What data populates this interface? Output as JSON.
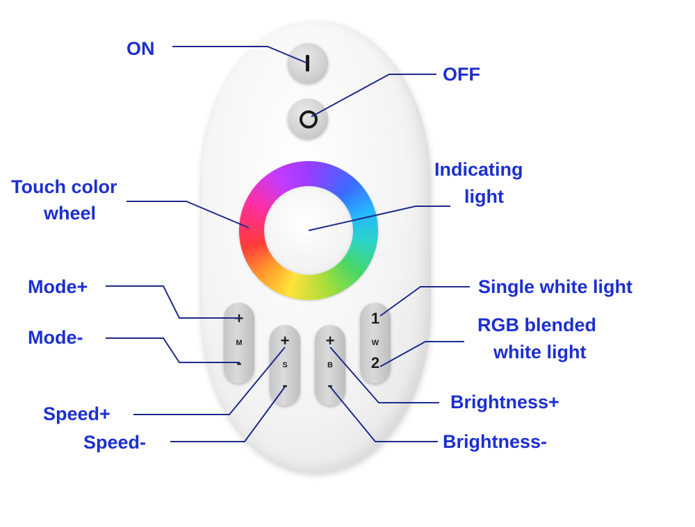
{
  "labels": {
    "on": "ON",
    "off": "OFF",
    "touch_wheel_1": "Touch color",
    "touch_wheel_2": "wheel",
    "indicating_1": "Indicating",
    "indicating_2": "light",
    "mode_plus": "Mode+",
    "mode_minus": "Mode-",
    "single_white": "Single white light",
    "rgb_white_1": "RGB blended",
    "rgb_white_2": "white light",
    "speed_plus": "Speed+",
    "speed_minus": "Speed-",
    "brightness_plus": "Brightness+",
    "brightness_minus": "Brightness-"
  },
  "buttons": {
    "mode": {
      "top": "+",
      "mid": "M",
      "bottom": "-"
    },
    "speed": {
      "top": "+",
      "mid": "S",
      "bottom": "-"
    },
    "brightness": {
      "top": "+",
      "mid": "B",
      "bottom": "-"
    },
    "white": {
      "top": "1",
      "mid": "W",
      "bottom": "2"
    }
  },
  "colors": {
    "label_text": "#1c2fd0",
    "leader_line": "#1c2a8a",
    "remote_body": "#f4f4f4",
    "button_gray": "#cfcfcf"
  }
}
